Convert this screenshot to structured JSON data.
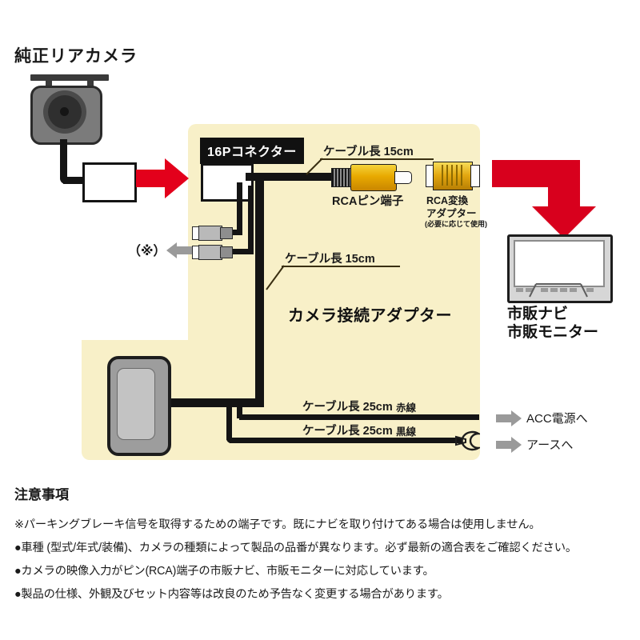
{
  "diagram": {
    "camera_title": "純正リアカメラ",
    "connector_label": "16Pコネクター",
    "cable_15_top": "ケーブル長 15cm",
    "rca_pin_label": "RCAピン端子",
    "rca_adapter_label_1": "RCA変換",
    "rca_adapter_label_2": "アダプター",
    "rca_adapter_note": "(必要に応じて使用)",
    "asterisk_marker": "（※）",
    "cable_15_mid": "ケーブル長 15cm",
    "adapter_title": "カメラ接続アダプター",
    "cable_25_red": "ケーブル長 25cm",
    "cable_25_red_wire": "赤線",
    "cable_25_black": "ケーブル長 25cm",
    "cable_25_black_wire": "黒線",
    "acc_label": "ACC電源へ",
    "earth_label": "アースへ",
    "monitor_label_1": "市販ナビ",
    "monitor_label_2": "市販モニター"
  },
  "notes": {
    "title": "注意事項",
    "lines": [
      "※パーキングブレーキ信号を取得するための端子です。既にナビを取り付けてある場合は使用しません。",
      "●車種 (型式/年式/装備)、カメラの種類によって製品の品番が異なります。必ず最新の適合表をご確認ください。",
      "●カメラの映像入力がピン(RCA)端子の市販ナビ、市販モニターに対応しています。",
      "●製品の仕様、外観及びセット内容等は改良のため予告なく変更する場合があります。"
    ]
  },
  "colors": {
    "panel_beige": "#f8f0c8",
    "arrow_red": "#e3001b",
    "arrow_gray": "#9a9a9a",
    "wire_black": "#141414",
    "rca_gold": "#e8a900"
  }
}
